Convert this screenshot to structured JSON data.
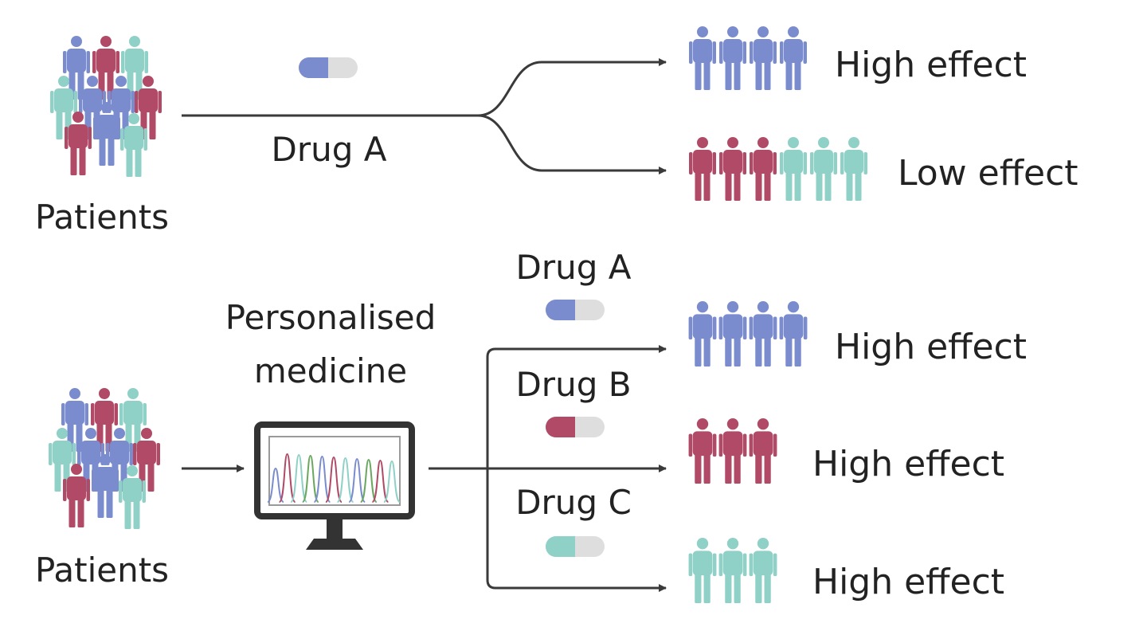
{
  "colors": {
    "blue": "#7a8ccd",
    "red": "#b04a66",
    "teal": "#8fd0c7",
    "pill_gray": "#dedede",
    "line": "#3a3a3a",
    "text": "#222222",
    "monitor_frame": "#333333"
  },
  "top_section": {
    "patients_label": "Patients",
    "drug_label": "Drug A",
    "outcomes": [
      {
        "label": "High effect",
        "people": [
          "blue",
          "blue",
          "blue",
          "blue"
        ]
      },
      {
        "label": "Low effect",
        "people": [
          "red",
          "red",
          "red",
          "teal",
          "teal",
          "teal"
        ]
      }
    ]
  },
  "bottom_section": {
    "patients_label": "Patients",
    "method_label_line1": "Personalised",
    "method_label_line2": "medicine",
    "icon": "monitor-chromatogram-icon",
    "branches": [
      {
        "drug": "Drug A",
        "pill_color": "blue",
        "label": "High effect",
        "people": [
          "blue",
          "blue",
          "blue",
          "blue"
        ]
      },
      {
        "drug": "Drug B",
        "pill_color": "red",
        "label": "High effect",
        "people": [
          "red",
          "red",
          "red"
        ]
      },
      {
        "drug": "Drug C",
        "pill_color": "teal",
        "label": "High effect",
        "people": [
          "teal",
          "teal",
          "teal"
        ]
      }
    ]
  }
}
